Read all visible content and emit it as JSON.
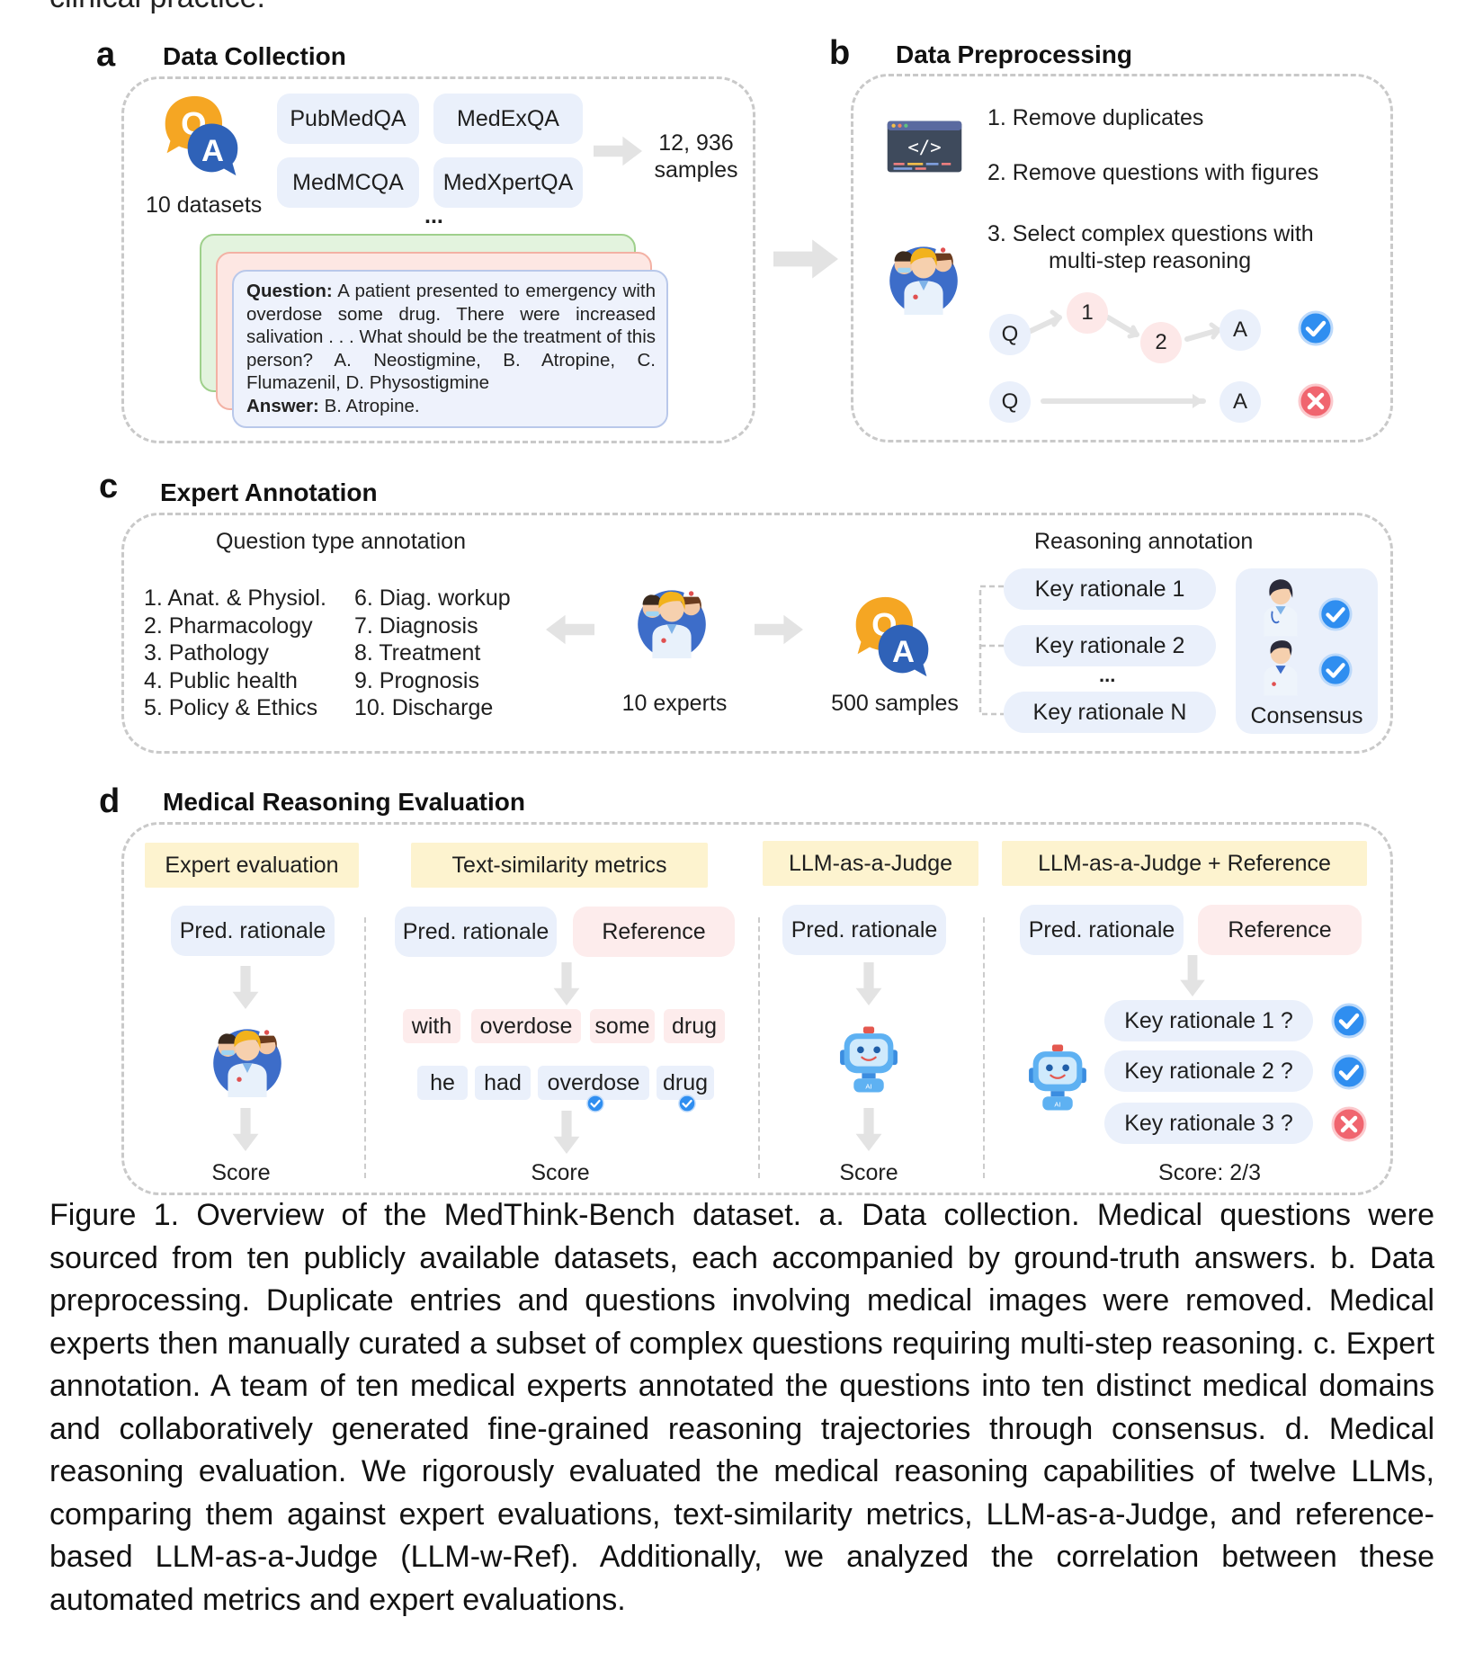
{
  "top_partial_text": "clinical practice.",
  "panel_a": {
    "letter": "a",
    "title": "Data Collection",
    "datasets_label": "10 datasets",
    "sources": [
      "PubMedQA",
      "MedExQA",
      "MedMCQA",
      "MedXpertQA"
    ],
    "ellipsis": "...",
    "samples_count": "12, 936",
    "samples_word": "samples",
    "question_label": "Question:",
    "question_text": "A patient presented to emergency with overdose some drug. There were increased salivation . . . What should be the treatment of this person? A. Neostigmine, B. Atropine, C. Flumazenil, D. Physostigmine",
    "answer_label": "Answer:",
    "answer_text": "B. Atropine."
  },
  "panel_b": {
    "letter": "b",
    "title": "Data Preprocessing",
    "steps": [
      "1. Remove duplicates",
      "2. Remove questions with figures",
      "3. Select complex questions with",
      "multi-step reasoning"
    ],
    "q": "Q",
    "a": "A",
    "step1": "1",
    "step2": "2"
  },
  "panel_c": {
    "letter": "c",
    "title": "Expert Annotation",
    "question_type_header": "Question type annotation",
    "types_col1": [
      "1. Anat. & Physiol.",
      "2. Pharmacology",
      "3. Pathology",
      "4. Public health",
      "5. Policy & Ethics"
    ],
    "types_col2": [
      "6. Diag. workup",
      "7. Diagnosis",
      "8. Treatment",
      "9. Prognosis",
      "10. Discharge"
    ],
    "experts_label": "10 experts",
    "samples_label": "500 samples",
    "reasoning_header": "Reasoning annotation",
    "rationales": [
      "Key rationale 1",
      "Key rationale 2",
      "Key rationale N"
    ],
    "ellipsis": "...",
    "consensus_label": "Consensus"
  },
  "panel_d": {
    "letter": "d",
    "title": "Medical Reasoning Evaluation",
    "method1": "Expert evaluation",
    "method2": "Text-similarity metrics",
    "method3": "LLM-as-a-Judge",
    "method4": "LLM-as-a-Judge + Reference",
    "pred": "Pred. rationale",
    "reference": "Reference",
    "tokens_row1": [
      "with",
      "overdose",
      "some",
      "drug"
    ],
    "tokens_row2": [
      "he",
      "had",
      "overdose",
      "drug"
    ],
    "key_questions": [
      "Key rationale 1 ?",
      "Key rationale 2 ?",
      "Key rationale 3 ?"
    ],
    "score": "Score",
    "score_final": "Score: 2/3"
  },
  "caption": "Figure 1. Overview of the MedThink-Bench dataset. a. Data collection. Medical questions were sourced from ten publicly available datasets, each accompanied by ground-truth answers. b. Data preprocessing. Duplicate entries and questions involving medical images were removed. Medical experts then manually curated a subset of complex questions requiring multi-step reasoning. c. Expert annotation. A team of ten medical experts annotated the questions into ten distinct medical domains and collaboratively generated fine-grained reasoning trajectories through consensus. d. Medical reasoning evaluation. We rigorously evaluated the medical reasoning capabilities of twelve LLMs, comparing them against expert evaluations, text-similarity metrics, LLM-as-a-Judge, and reference-based LLM-as-a-Judge (LLM-w-Ref). Additionally, we analyzed the correlation between these automated metrics and expert evaluations.",
  "colors": {
    "chip_blue": "#eaf0fb",
    "chip_pink": "#fdecec",
    "chip_yellow": "#fdf3cf",
    "check_blue": "#2f8ef0",
    "cross_red": "#f0656f",
    "qa_orange": "#f5a623",
    "qa_blue": "#2f62b8"
  }
}
